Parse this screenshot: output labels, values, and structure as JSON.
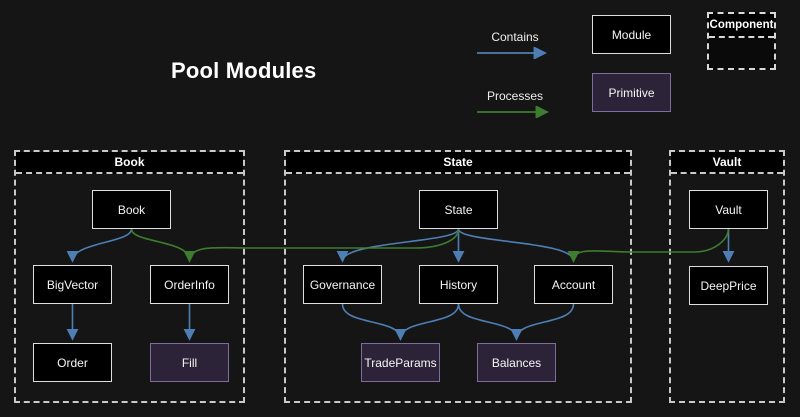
{
  "title": "Pool Modules",
  "legend": {
    "contains_label": "Contains",
    "processes_label": "Processes",
    "module_label": "Module",
    "primitive_label": "Primitive",
    "component_label": "Component"
  },
  "groups": [
    {
      "label": "Book"
    },
    {
      "label": "State"
    },
    {
      "label": "Vault"
    }
  ],
  "nodes": [
    {
      "id": "book",
      "label": "Book",
      "type": "module"
    },
    {
      "id": "bigvector",
      "label": "BigVector",
      "type": "module"
    },
    {
      "id": "orderinfo",
      "label": "OrderInfo",
      "type": "module"
    },
    {
      "id": "order",
      "label": "Order",
      "type": "module"
    },
    {
      "id": "fill",
      "label": "Fill",
      "type": "primitive"
    },
    {
      "id": "state",
      "label": "State",
      "type": "module"
    },
    {
      "id": "governance",
      "label": "Governance",
      "type": "module"
    },
    {
      "id": "history",
      "label": "History",
      "type": "module"
    },
    {
      "id": "account",
      "label": "Account",
      "type": "module"
    },
    {
      "id": "tradeparams",
      "label": "TradeParams",
      "type": "primitive"
    },
    {
      "id": "balances",
      "label": "Balances",
      "type": "primitive"
    },
    {
      "id": "vault",
      "label": "Vault",
      "type": "module"
    },
    {
      "id": "deepprice",
      "label": "DeepPrice",
      "type": "module"
    }
  ],
  "edges": {
    "contains": [
      {
        "from": "Book",
        "to": "BigVector"
      },
      {
        "from": "Book",
        "to": "OrderInfo"
      },
      {
        "from": "BigVector",
        "to": "Order"
      },
      {
        "from": "OrderInfo",
        "to": "Fill"
      },
      {
        "from": "State",
        "to": "Governance"
      },
      {
        "from": "State",
        "to": "History"
      },
      {
        "from": "State",
        "to": "Account"
      },
      {
        "from": "Governance",
        "to": "TradeParams"
      },
      {
        "from": "History",
        "to": "TradeParams"
      },
      {
        "from": "History",
        "to": "Balances"
      },
      {
        "from": "Account",
        "to": "Balances"
      },
      {
        "from": "Vault",
        "to": "DeepPrice"
      }
    ],
    "processes": [
      {
        "from": "State",
        "to": "OrderInfo"
      },
      {
        "from": "Vault",
        "to": "Account"
      }
    ]
  },
  "colors": {
    "background": "#151515",
    "module_fill": "#000000",
    "module_border": "#dedede",
    "primitive_fill": "#2c2338",
    "primitive_border": "#7e6d9c",
    "contains_arrow": "#4d7fb5",
    "processes_arrow": "#3e7d2d",
    "container_border": "#c9c9c9",
    "header_fill": "#000000",
    "text": "#f2f2f2"
  }
}
